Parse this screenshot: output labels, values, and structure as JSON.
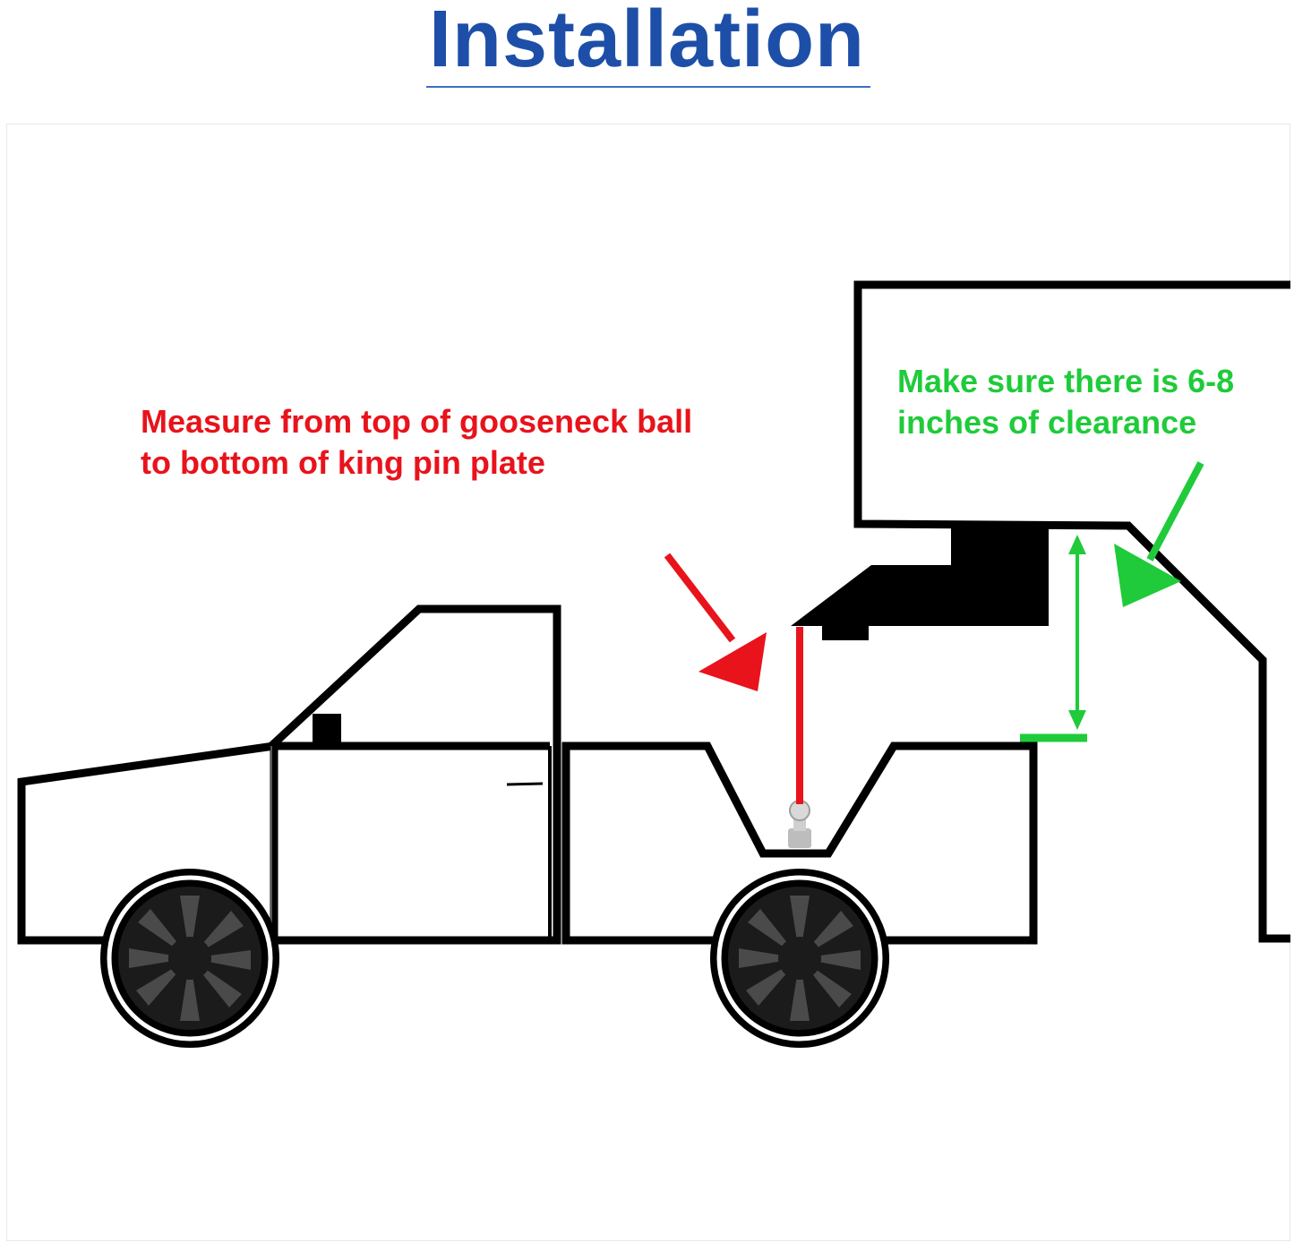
{
  "header": {
    "title": "Installation"
  },
  "callouts": {
    "measure": {
      "line1": "Measure from top of gooseneck ball",
      "line2": "to bottom of king pin plate"
    },
    "clearance": {
      "line1": "Make sure there is 6-8",
      "line2": "inches of clearance"
    }
  },
  "colors": {
    "title": "#1d4fa8",
    "measure": "#e8131b",
    "clearance": "#1fcb3a",
    "outline": "#000000"
  }
}
